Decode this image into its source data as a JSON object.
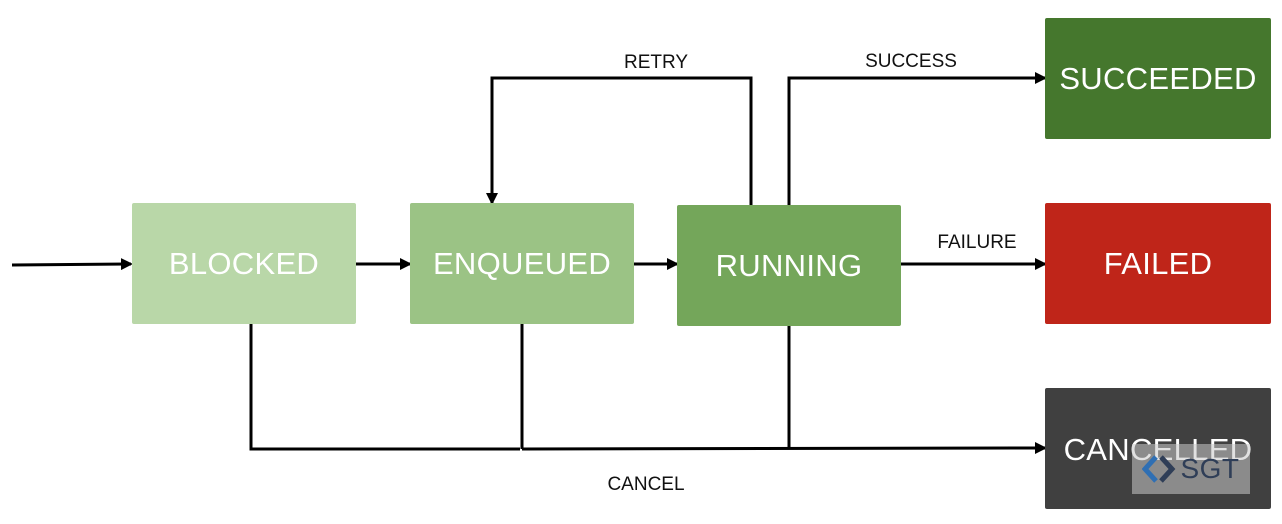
{
  "nodes": {
    "blocked": {
      "label": "BLOCKED",
      "color": "#b9d7a8"
    },
    "enqueued": {
      "label": "ENQUEUED",
      "color": "#9bc385"
    },
    "running": {
      "label": "RUNNING",
      "color": "#74a65a"
    },
    "succeeded": {
      "label": "SUCCEEDED",
      "color": "#45772d"
    },
    "failed": {
      "label": "FAILED",
      "color": "#bf2519"
    },
    "cancelled": {
      "label": "CANCELLED",
      "color": "#404040"
    }
  },
  "edges": {
    "retry": "RETRY",
    "success": "SUCCESS",
    "failure": "FAILURE",
    "cancel": "CANCEL"
  },
  "watermark": {
    "text": "SGT",
    "icon": "sgt-logo-icon"
  },
  "colors": {
    "line": "#000000"
  }
}
